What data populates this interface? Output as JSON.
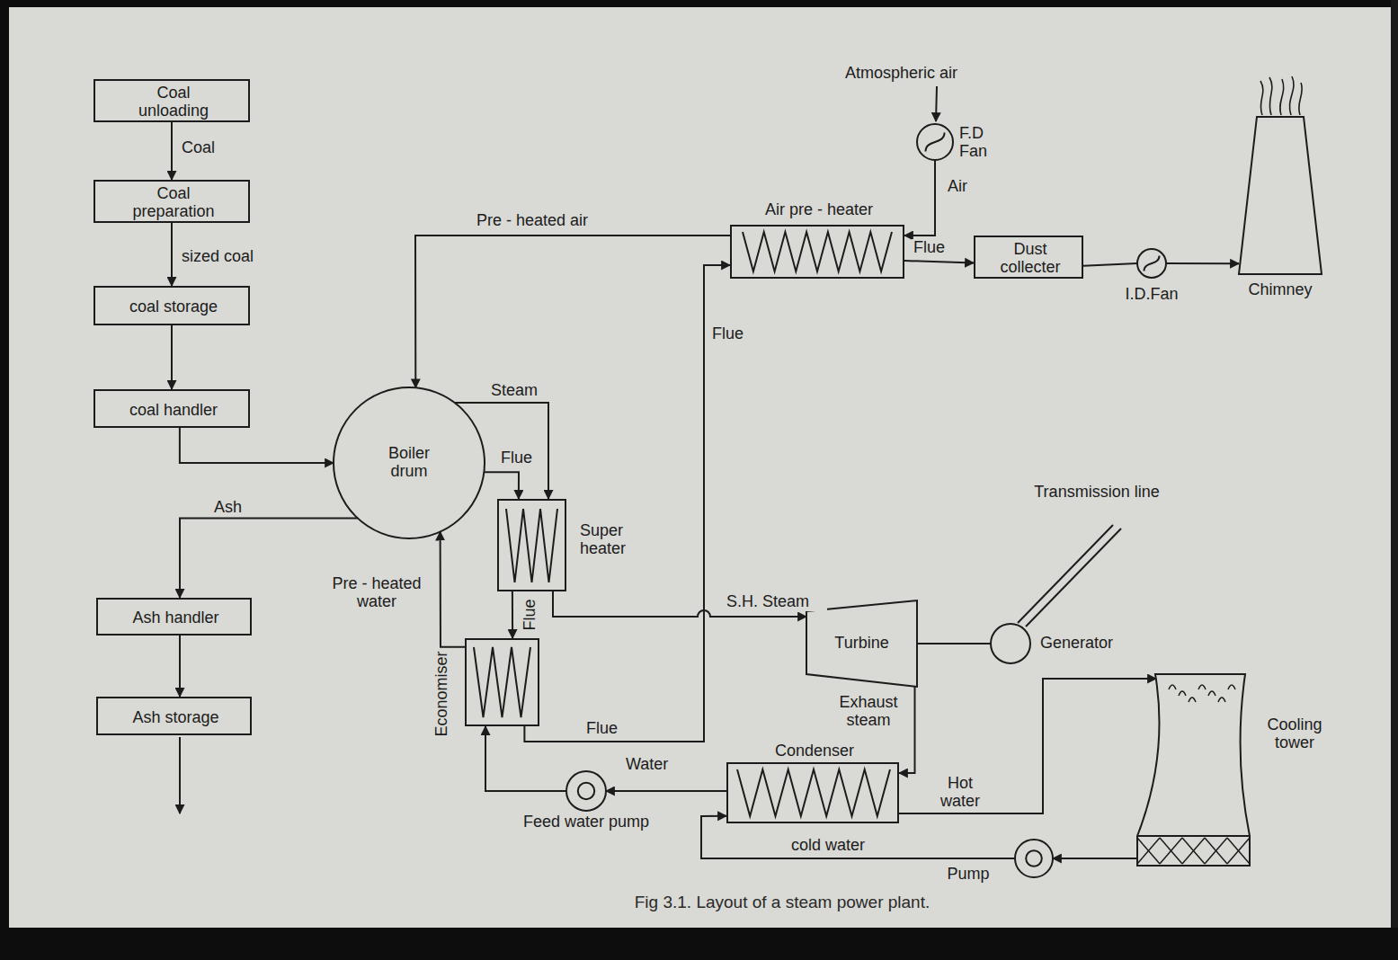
{
  "diagram": {
    "caption": "Fig 3.1. Layout of a steam power plant.",
    "nodes": [
      {
        "text": [
          "Coal unloading"
        ]
      },
      {
        "text": [
          "Coal preparation"
        ]
      },
      {
        "text": [
          "coal storage"
        ]
      },
      {
        "text": [
          "coal handler"
        ]
      },
      {
        "text": [
          "Boiler drum"
        ]
      },
      {
        "text": [
          "Ash handler"
        ]
      },
      {
        "text": [
          "Ash storage"
        ]
      },
      {
        "text": [
          "Air pre - heater"
        ]
      },
      {
        "text": [
          "F.D Fan"
        ]
      },
      {
        "text": [
          "Dust collecter"
        ]
      },
      {
        "text": [
          "I.D.Fan"
        ]
      },
      {
        "text": [
          "Chimney"
        ]
      },
      {
        "text": [
          "Super heater"
        ]
      },
      {
        "text": [
          "Economiser"
        ]
      },
      {
        "text": [
          "Turbine"
        ]
      },
      {
        "text": [
          "Generator"
        ]
      },
      {
        "text": [
          "Condenser"
        ]
      },
      {
        "text": [
          "Cooling tower"
        ]
      },
      {
        "text": [
          "Feed water pump"
        ]
      },
      {
        "text": [
          "Pump"
        ]
      }
    ],
    "edges": [
      {
        "from": 0,
        "to": 1,
        "label": "Coal",
        "arrow": "to"
      },
      {
        "from": 1,
        "to": 2,
        "label": "sized coal",
        "arrow": "to"
      },
      {
        "from": 2,
        "to": 3,
        "arrow": "to"
      },
      {
        "from": 3,
        "to": 4,
        "arrow": "to"
      },
      {
        "from": 4,
        "to": 5,
        "label": "Ash",
        "arrow": "to"
      },
      {
        "from": 5,
        "to": 6,
        "arrow": "to"
      },
      {
        "from": 8,
        "to": 7,
        "label": "Air",
        "arrow": "to"
      },
      {
        "from": 7,
        "to": 4,
        "label": "Pre - heated air",
        "arrow": "to"
      },
      {
        "from": 4,
        "to": 12,
        "label": "Steam",
        "arrow": "to"
      },
      {
        "from": 4,
        "to": 12,
        "label": "Flue",
        "arrow": "to"
      },
      {
        "from": 12,
        "to": 13,
        "label": "Flue",
        "arrow": "to"
      },
      {
        "from": 13,
        "to": 7,
        "label": "Flue",
        "arrow": "to"
      },
      {
        "from": 7,
        "to": 9,
        "label": "Flue",
        "arrow": "to"
      },
      {
        "from": 9,
        "to": 10,
        "arrow": "none"
      },
      {
        "from": 10,
        "to": 11,
        "arrow": "to"
      },
      {
        "from": 12,
        "to": 14,
        "label": "S.H. Steam",
        "arrow": "to"
      },
      {
        "from": 14,
        "to": 15,
        "arrow": "none"
      },
      {
        "from": 14,
        "to": 16,
        "label": "Exhaust steam",
        "arrow": "to"
      },
      {
        "from": 16,
        "to": 18,
        "label": "Water",
        "arrow": "to"
      },
      {
        "from": 18,
        "to": 13,
        "arrow": "to"
      },
      {
        "from": 13,
        "to": 4,
        "label": "Pre - heated water",
        "arrow": "to"
      },
      {
        "from": 16,
        "to": 17,
        "label": "Hot water",
        "arrow": "to"
      },
      {
        "from": 17,
        "to": 19,
        "arrow": "to"
      },
      {
        "from": 19,
        "to": 16,
        "label": "cold water",
        "arrow": "to"
      }
    ],
    "labels": [
      "Atmospheric air",
      "Transmission line",
      "Flue"
    ]
  }
}
